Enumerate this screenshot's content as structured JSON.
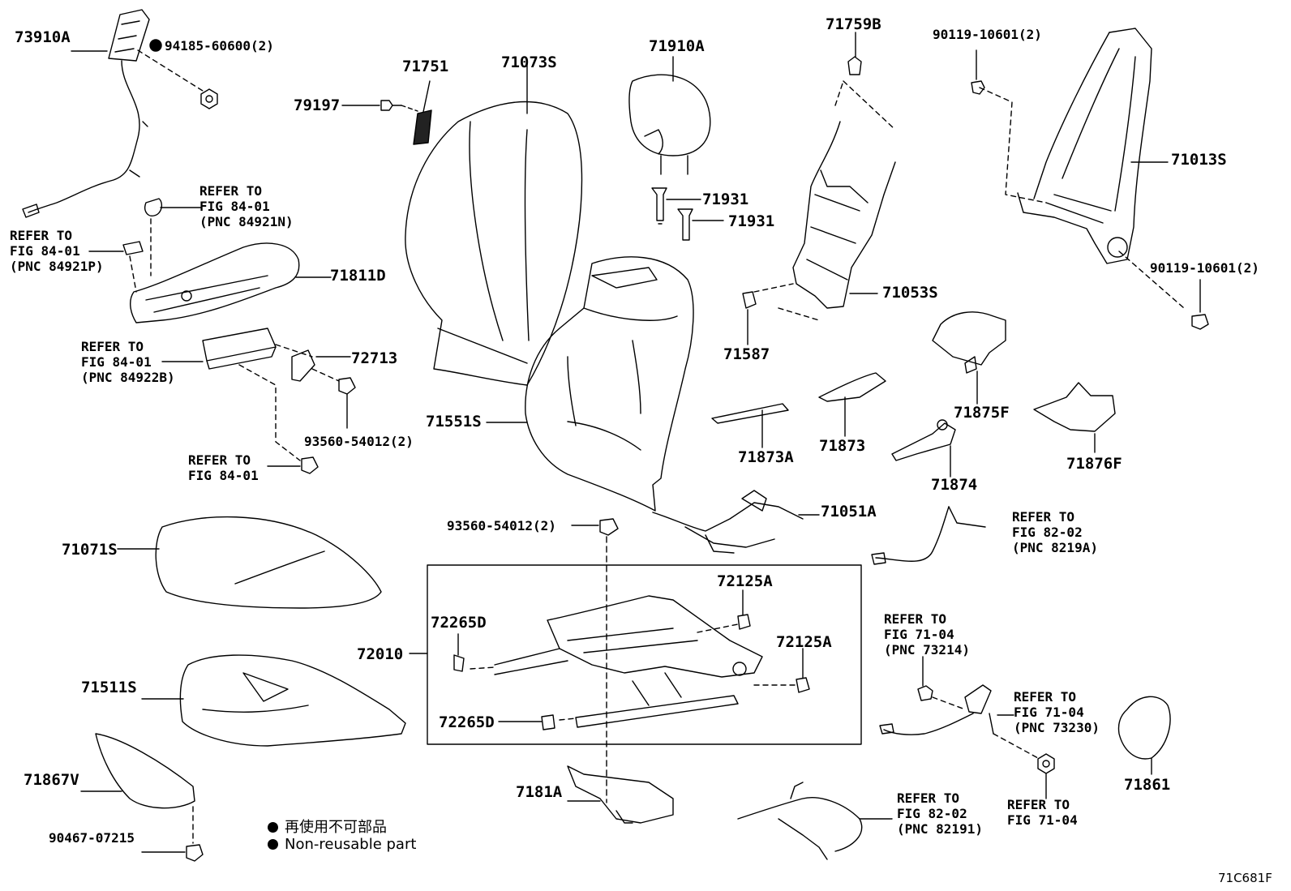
{
  "labels": {
    "p73910A": "73910A",
    "p94185": "94185-60600(2)",
    "p71751": "71751",
    "p79197": "79197",
    "p71073S": "71073S",
    "p71910A": "71910A",
    "p71759B": "71759B",
    "p90119a": "90119-10601(2)",
    "p71013S": "71013S",
    "p90119b": "90119-10601(2)",
    "p71931a": "71931",
    "p71931b": "71931",
    "p71811D": "71811D",
    "p71053S": "71053S",
    "p71587": "71587",
    "p72713": "72713",
    "p93560a": "93560-54012(2)",
    "p71551S": "71551S",
    "p71875F": "71875F",
    "p71873A": "71873A",
    "p71873": "71873",
    "p71876F": "71876F",
    "p71874": "71874",
    "p71051A": "71051A",
    "p93560b": "93560-54012(2)",
    "p71071S": "71071S",
    "p72125A_1": "72125A",
    "p72265D_1": "72265D",
    "p72010": "72010",
    "p72125A_2": "72125A",
    "p71511S": "71511S",
    "p72265D_2": "72265D",
    "p71867V": "71867V",
    "p7181A": "7181A",
    "p90467": "90467-07215",
    "p71861": "71861"
  },
  "refs": {
    "r1": [
      "REFER TO",
      "FIG 84-01",
      "(PNC 84921N)"
    ],
    "r2": [
      "REFER TO",
      "FIG 84-01",
      "(PNC 84921P)"
    ],
    "r3": [
      "REFER TO",
      "FIG 84-01",
      "(PNC 84922B)"
    ],
    "r4": [
      "REFER TO",
      "FIG 84-01"
    ],
    "r5": [
      "REFER TO",
      "FIG 82-02",
      "(PNC 8219A)"
    ],
    "r6": [
      "REFER TO",
      "FIG 71-04",
      "(PNC 73214)"
    ],
    "r7": [
      "REFER TO",
      "FIG 71-04",
      "(PNC 73230)"
    ],
    "r8": [
      "REFER TO",
      "FIG 71-04"
    ],
    "r9": [
      "REFER TO",
      "FIG 82-02",
      "(PNC 82191)"
    ]
  },
  "legend": {
    "jp": "再使用不可部品",
    "en": "Non-reusable part"
  },
  "figure_code": "71C681F",
  "icons": {
    "non_reusable": "filled-circle-icon"
  }
}
